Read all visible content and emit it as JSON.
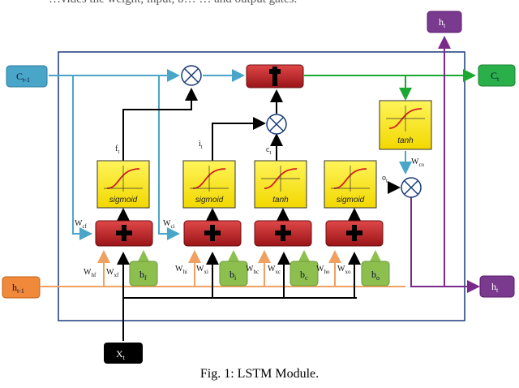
{
  "top_fragment": "…vides the weight, input, b… … and output gates.",
  "caption": "Fig. 1: LSTM Module.",
  "inputs": {
    "c_prev": {
      "main": "C",
      "sub": "t-1"
    },
    "h_prev": {
      "main": "h",
      "sub": "t-1"
    },
    "x": {
      "main": "X",
      "sub": "t"
    }
  },
  "outputs": {
    "c_out": {
      "main": "C",
      "sub": "t"
    },
    "h_out_top": {
      "main": "h",
      "sub": "t"
    },
    "h_out_right": {
      "main": "h",
      "sub": "t"
    }
  },
  "activations": {
    "forget": "sigmoid",
    "input": "sigmoid",
    "candidate": "tanh",
    "output": "sigmoid",
    "cell_tanh": "tanh"
  },
  "biases": {
    "forget": {
      "main": "b",
      "sub": "f"
    },
    "input": {
      "main": "b",
      "sub": "i"
    },
    "candidate": {
      "main": "b",
      "sub": "c"
    },
    "output": {
      "main": "b",
      "sub": "o"
    }
  },
  "gate_signals": {
    "forget": {
      "main": "f",
      "sub": "t"
    },
    "input": {
      "main": "i",
      "sub": "t"
    },
    "candidate": {
      "main": "c",
      "sub": "t"
    },
    "output": {
      "main": "o",
      "sub": "t"
    }
  },
  "weights": {
    "w_cf": {
      "main": "W",
      "sub": "cf"
    },
    "w_ci": {
      "main": "W",
      "sub": "ci"
    },
    "w_co": {
      "main": "W",
      "sub": "co"
    },
    "w_hf": {
      "main": "W",
      "sub": "hf"
    },
    "w_xf": {
      "main": "W",
      "sub": "xf"
    },
    "w_hi": {
      "main": "W",
      "sub": "hi"
    },
    "w_xi": {
      "main": "W",
      "sub": "xi"
    },
    "w_hc": {
      "main": "W",
      "sub": "hc"
    },
    "w_xc": {
      "main": "W",
      "sub": "xc"
    },
    "w_ho": {
      "main": "W",
      "sub": "ho"
    },
    "w_xo": {
      "main": "W",
      "sub": "xo"
    }
  },
  "colors": {
    "cell_line": "#4aa6c8",
    "hidden_line": "#f0a060",
    "output_line": "#7a2a8a",
    "cell_out_line": "#1aa830",
    "black_line": "#000000",
    "sum_box": "#c0282a",
    "activation_box": "#fff200",
    "bias_box": "#8dbf4f",
    "c_box": "#4aa6c8",
    "h_prev_box": "#f08a3a",
    "h_out_box": "#7a3a8e",
    "c_out_box": "#2ab04a",
    "x_box": "#000000"
  }
}
